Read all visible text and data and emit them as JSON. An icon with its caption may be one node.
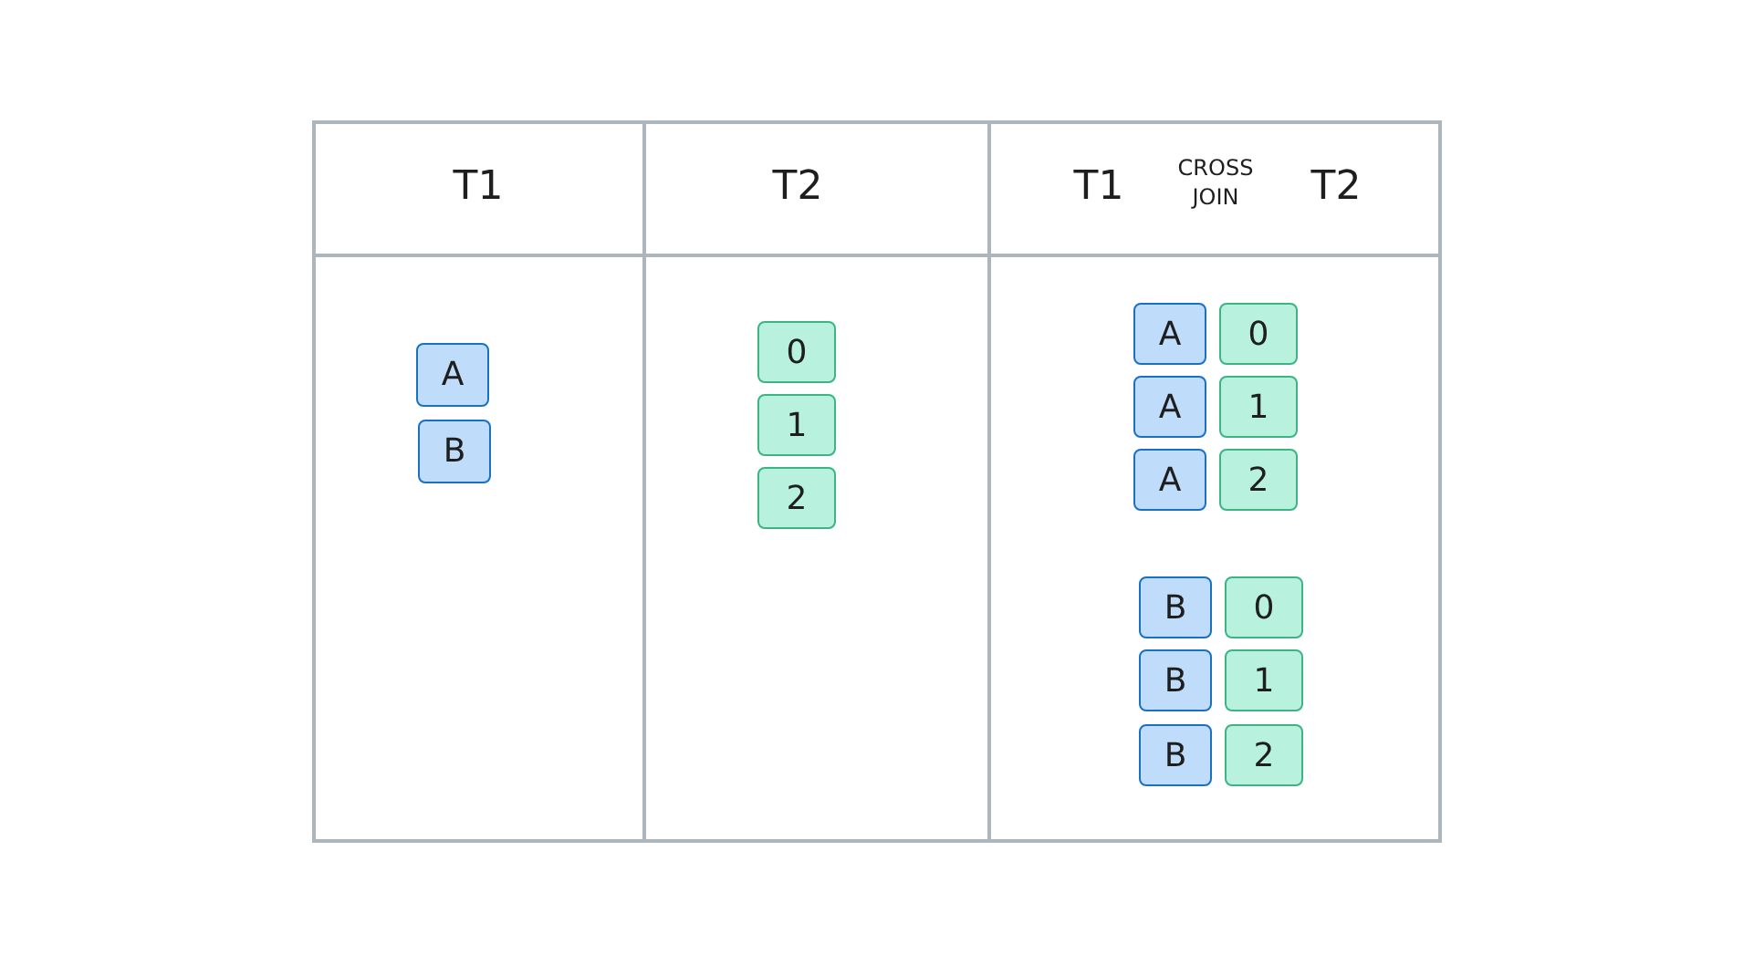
{
  "diagram": {
    "nodes": [
      {
        "text": [
          "A"
        ]
      },
      {
        "text": [
          "B"
        ]
      },
      {
        "text": [
          "0"
        ]
      },
      {
        "text": [
          "1"
        ]
      },
      {
        "text": [
          "2"
        ]
      },
      {
        "text": [
          "A"
        ]
      },
      {
        "text": [
          "0"
        ]
      },
      {
        "text": [
          "A"
        ]
      },
      {
        "text": [
          "1"
        ]
      },
      {
        "text": [
          "A"
        ]
      },
      {
        "text": [
          "2"
        ]
      },
      {
        "text": [
          "B"
        ]
      },
      {
        "text": [
          "0"
        ]
      },
      {
        "text": [
          "B"
        ]
      },
      {
        "text": [
          "1"
        ]
      },
      {
        "text": [
          "B"
        ]
      },
      {
        "text": [
          "2"
        ]
      }
    ],
    "labels": [
      "T1",
      "T2",
      "T1",
      "CROSS JOIN",
      "T2"
    ]
  }
}
